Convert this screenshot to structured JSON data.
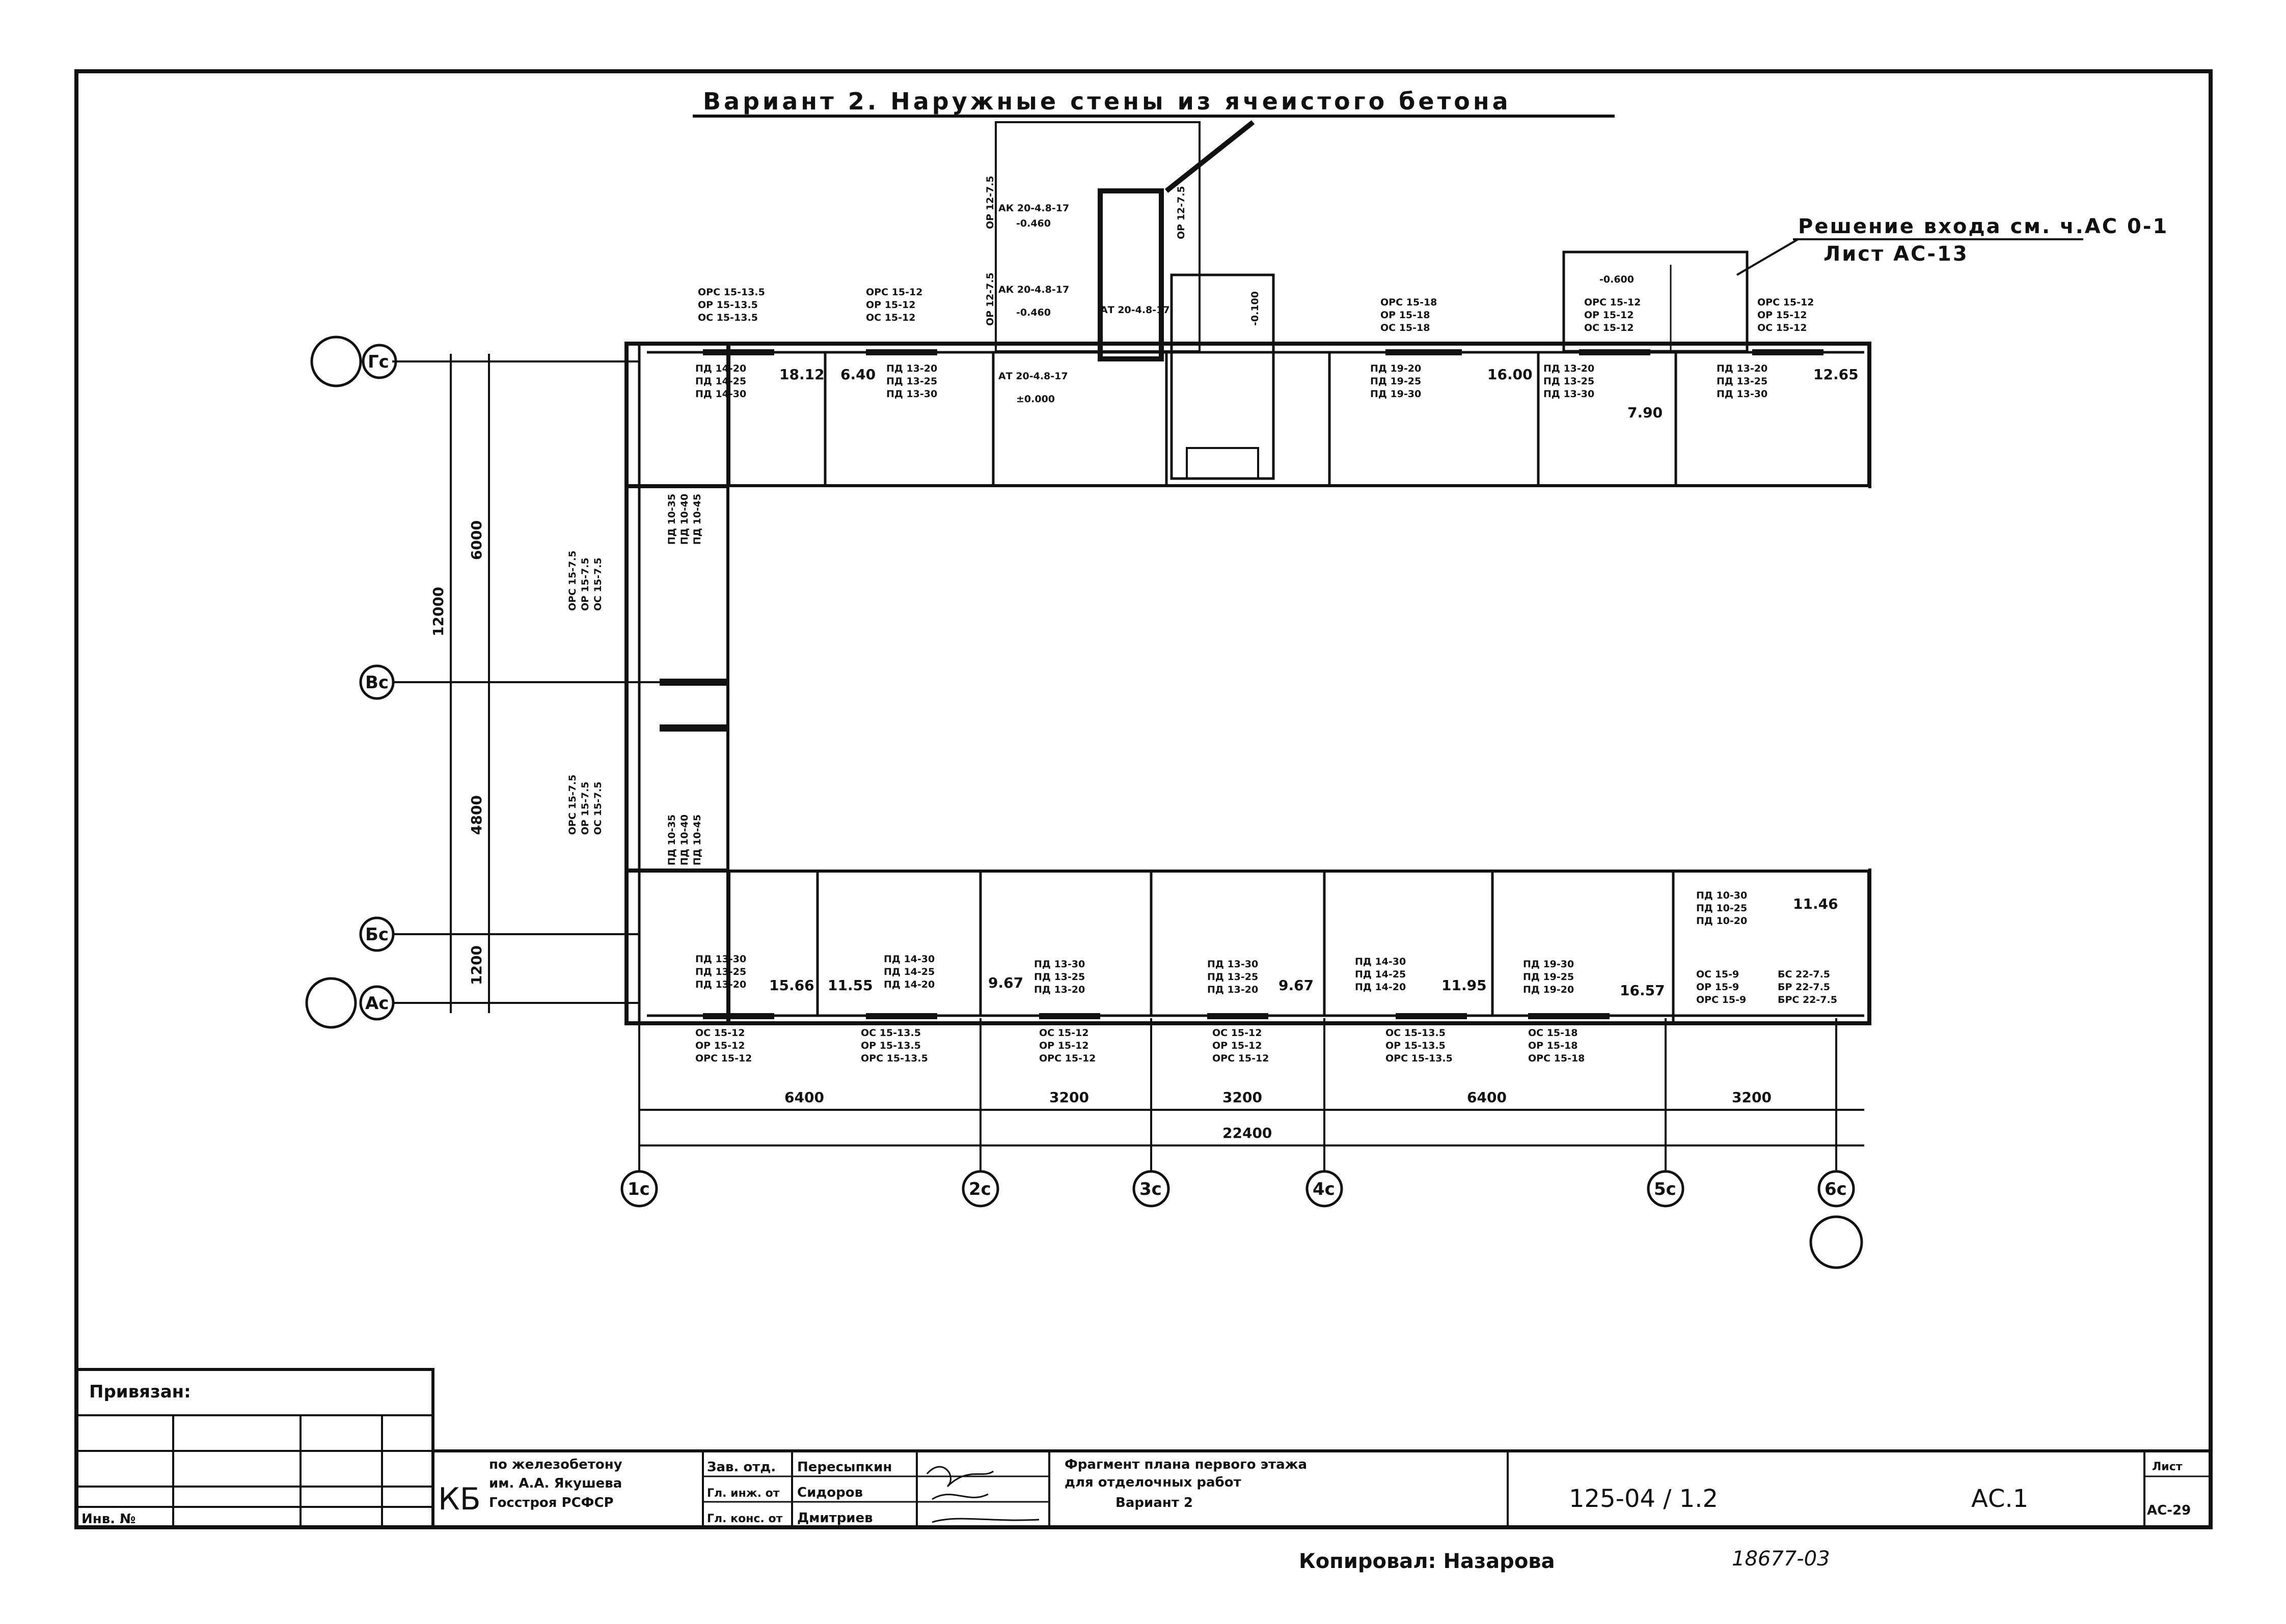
{
  "title": "Вариант 2. Наружные стены из ячеистого бетона",
  "entrance_note": {
    "line1": "Решение входа см. ч.АС 0-1",
    "line2": "Лист АС-13"
  },
  "axes": {
    "rows": [
      "Гс",
      "Вс",
      "Бс",
      "Ас"
    ],
    "cols": [
      "1с",
      "2с",
      "3с",
      "4с",
      "5с",
      "6с"
    ]
  },
  "dimensions": {
    "bottom_segments": [
      "6400",
      "3200",
      "3200",
      "6400",
      "3200"
    ],
    "bottom_total": "22400",
    "left_total": "12000",
    "left_segments": [
      "6000",
      "4800",
      "1200"
    ]
  },
  "elevations": [
    "-0.460",
    "-0.460",
    "±0.000",
    "-0.100",
    "-0.600"
  ],
  "stair_labels": [
    "АК 20-4.8-17",
    "АК 20-4.8-17",
    "АТ 20-4.8-17",
    "АТ 20-4.8-17"
  ],
  "top_labels": {
    "l1": [
      "ОРС 15-13.5",
      "ОР 15-13.5",
      "ОС 15-13.5"
    ],
    "l2": [
      "ОРС 15-12",
      "ОР 15-12",
      "ОС 15-12"
    ],
    "l3": [
      "ОРС 15-18",
      "ОР 15-18",
      "ОС 15-18"
    ],
    "l4": [
      "ОРС 15-12",
      "ОР 15-12",
      "ОС 15-12"
    ],
    "l5": [
      "ОРС 15-12",
      "ОР 15-12",
      "ОС 15-12"
    ],
    "v1": "ОР 12-7.5",
    "v2": "ОР 12-7.5",
    "v3": "ОР 12-7.5"
  },
  "top_room_labels": {
    "r1": [
      "ПД 14-20",
      "ПД 14-25",
      "ПД 14-30"
    ],
    "r2": [
      "ПД 13-20",
      "ПД 13-25",
      "ПД 13-30"
    ],
    "r3": [
      "ПД 19-20",
      "ПД 19-25",
      "ПД 19-30"
    ],
    "r4": [
      "ПД 13-20",
      "ПД 13-25",
      "ПД 13-30"
    ],
    "r5": [
      "ПД 13-20",
      "ПД 13-25",
      "ПД 13-30"
    ]
  },
  "top_areas": [
    "18.12",
    "6.40",
    "16.00",
    "7.90",
    "12.65"
  ],
  "bottom_room_labels": {
    "r1": [
      "ПД 13-30",
      "ПД 13-25",
      "ПД 13-20"
    ],
    "r2": [
      "ПД 14-30",
      "ПД 14-25",
      "ПД 14-20"
    ],
    "r3": [
      "ПД 13-30",
      "ПД 13-25",
      "ПД 13-20"
    ],
    "r4": [
      "ПД 13-30",
      "ПД 13-25",
      "ПД 13-20"
    ],
    "r5": [
      "ПД 14-30",
      "ПД 14-25",
      "ПД 14-20"
    ],
    "r6": [
      "ПД 19-30",
      "ПД 19-25",
      "ПД 19-20"
    ],
    "r7": [
      "ПД 10-30",
      "ПД 10-25",
      "ПД 10-20"
    ]
  },
  "bottom_areas": [
    "15.66",
    "11.55",
    "9.67",
    "9.67",
    "11.95",
    "16.57",
    "11.46"
  ],
  "bottom_window_labels": {
    "w1": [
      "ОС 15-12",
      "ОР 15-12",
      "ОРС 15-12"
    ],
    "w2": [
      "ОС 15-13.5",
      "ОР 15-13.5",
      "ОРС 15-13.5"
    ],
    "w3": [
      "ОС 15-12",
      "ОР 15-12",
      "ОРС 15-12"
    ],
    "w4": [
      "ОС 15-12",
      "ОР 15-12",
      "ОРС 15-12"
    ],
    "w5": [
      "ОС 15-13.5",
      "ОР 15-13.5",
      "ОРС 15-13.5"
    ],
    "w6": [
      "ОС 15-18",
      "ОР 15-18",
      "ОРС 15-18"
    ],
    "w7": [
      "ОС 15-9",
      "ОР 15-9",
      "ОРС 15-9"
    ],
    "w8": [
      "БС 22-7.5",
      "БР 22-7.5",
      "БРС 22-7.5"
    ]
  },
  "left_labels": {
    "w1": [
      "ОРС 15-7.5",
      "ОР 15-7.5",
      "ОС 15-7.5"
    ],
    "w2": [
      "ОРС 15-7.5",
      "ОР 15-7.5",
      "ОС 15-7.5"
    ],
    "d1": [
      "ПД 10-35",
      "ПД 10-40",
      "ПД 10-45"
    ],
    "d2": [
      "ПД 10-35",
      "ПД 10-40",
      "ПД 10-45"
    ]
  },
  "title_block": {
    "privyazan": "Привязан:",
    "inv": "Инв. №",
    "kb_mark": "КБ",
    "org": [
      "по железобетону",
      "им. А.А. Якушева",
      "Госстроя РСФСР"
    ],
    "roles": [
      "Зав. отд.",
      "Гл. инж. от",
      "Гл. конс. от"
    ],
    "names": [
      "Пересыпкин",
      "Сидоров",
      "Дмитриев"
    ],
    "sheet_title": [
      "Фрагмент плана первого этажа",
      "для отделочных работ",
      "Вариант 2"
    ],
    "code": "125-04 / 1.2",
    "mark": "АС.1",
    "sheet_label": "Лист",
    "sheet_no": "АС-29"
  },
  "footer": {
    "copied": "Копировал: Назарова",
    "number": "18677-03"
  }
}
